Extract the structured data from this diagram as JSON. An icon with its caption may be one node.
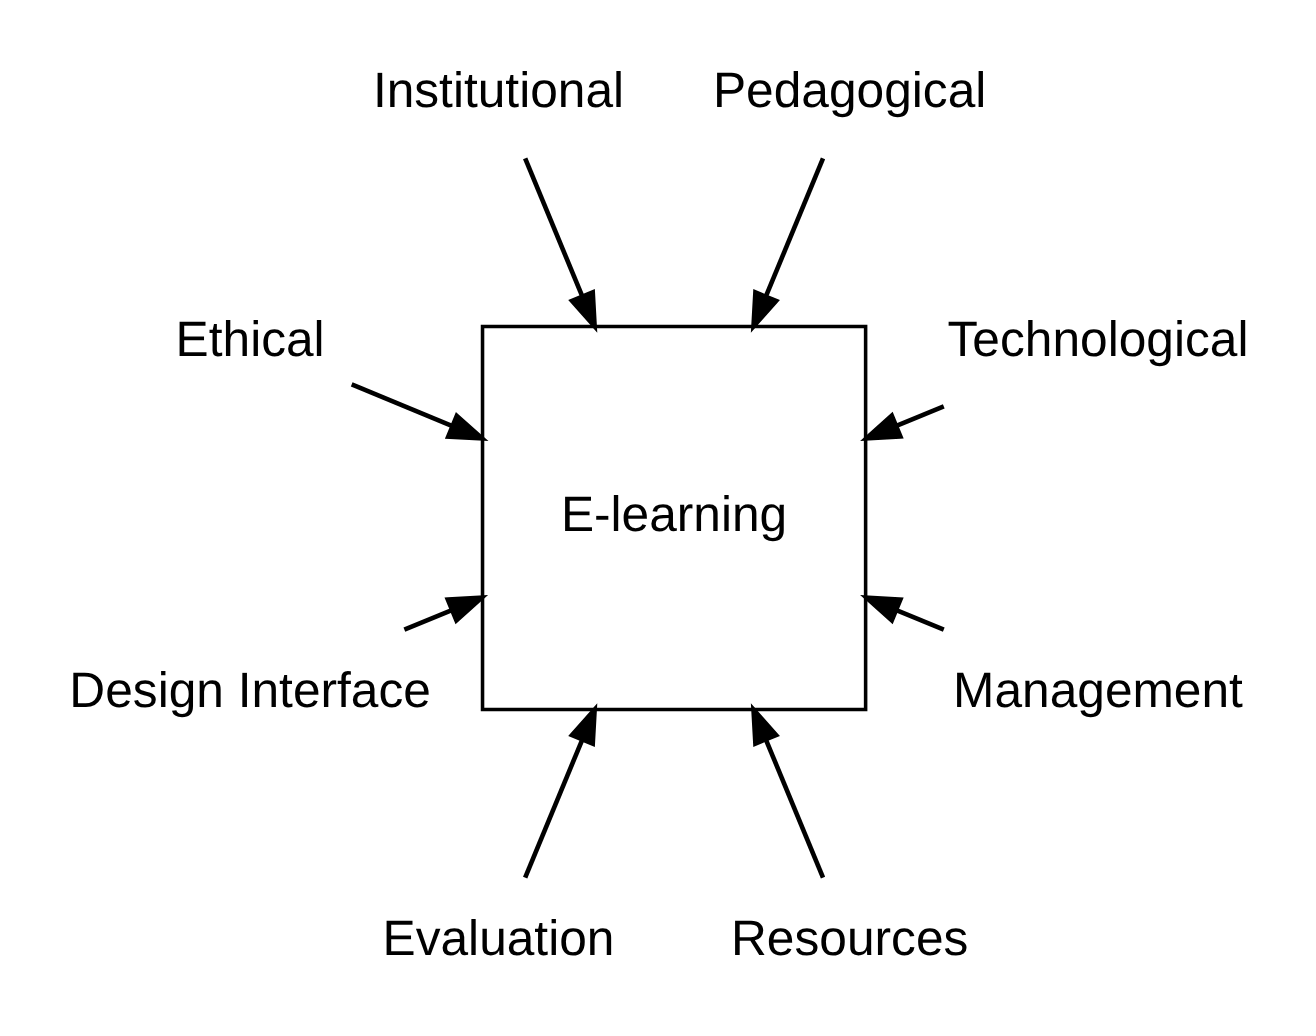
{
  "diagram": {
    "nodes": [
      {
        "text": [
          "Technological"
        ]
      },
      {
        "text": [
          "Pedagogical"
        ]
      },
      {
        "text": [
          "Institutional"
        ]
      },
      {
        "text": [
          "E-learning"
        ]
      },
      {
        "text": [
          "Ethical"
        ]
      },
      {
        "text": [
          "Design Interface"
        ]
      },
      {
        "text": [
          "Evaluation"
        ]
      },
      {
        "text": [
          "Resources"
        ]
      },
      {
        "text": [
          "Management"
        ]
      }
    ],
    "edges": [
      {
        "from": 0,
        "to": 3,
        "arrow": "to"
      },
      {
        "from": 1,
        "to": 3,
        "arrow": "to"
      },
      {
        "from": 2,
        "to": 3,
        "arrow": "to"
      },
      {
        "from": 4,
        "to": 3,
        "arrow": "to"
      },
      {
        "from": 5,
        "to": 3,
        "arrow": "to"
      },
      {
        "from": 6,
        "to": 3,
        "arrow": "to"
      },
      {
        "from": 7,
        "to": 3,
        "arrow": "to"
      },
      {
        "from": 8,
        "to": 3,
        "arrow": "to"
      }
    ]
  }
}
